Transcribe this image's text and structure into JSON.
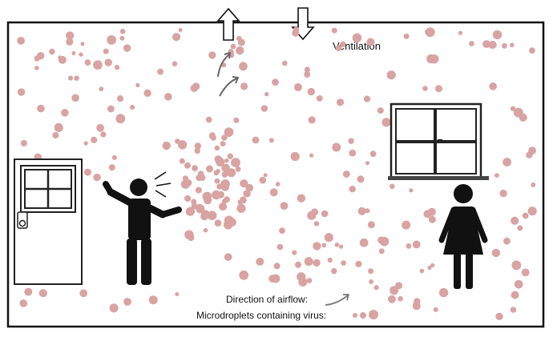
{
  "labels": {
    "ventilation": "Ventilation",
    "airflow_legend": "Direction of airflow:",
    "droplets_legend": "Microdroplets containing virus:"
  },
  "colors": {
    "droplet": "#d9a3a3",
    "outline": "#111111",
    "background": "#ffffff"
  },
  "icons": {
    "up_arrow": "outlined-up-arrow-icon",
    "down_arrow": "outlined-down-arrow-icon",
    "airflow_arrow": "curved-arrow-icon",
    "door": "door-icon",
    "window": "window-icon",
    "speaker": "person-coughing-icon",
    "listener": "woman-standing-icon"
  }
}
